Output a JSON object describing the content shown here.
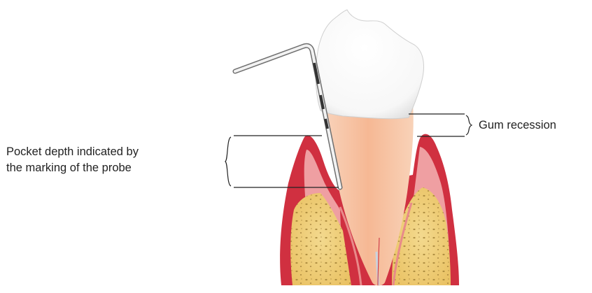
{
  "labels": {
    "pocket_line1": "Pocket depth indicated by",
    "pocket_line2": "the marking of the probe",
    "gum_recession": "Gum recession"
  },
  "colors": {
    "gum": "#cf2a38",
    "gum_inner": "#f2a2a0",
    "bone": "#f1d07a",
    "enamel": "#ffffff",
    "root": "#f7c6a6",
    "probe": "#8a8a8a"
  }
}
